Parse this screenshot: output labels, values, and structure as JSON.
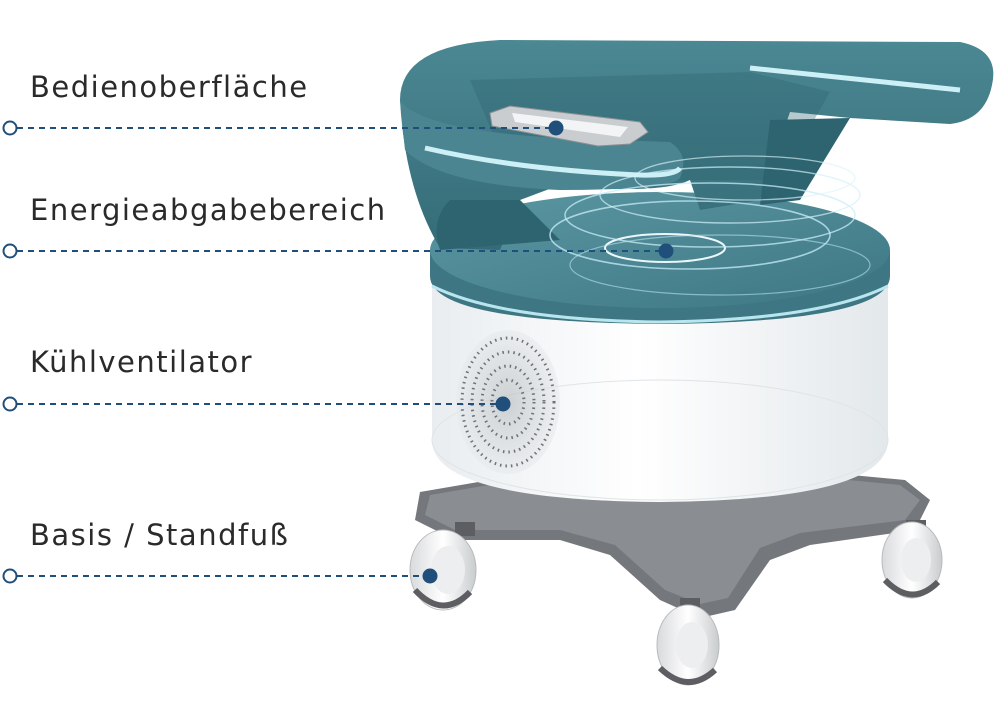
{
  "callouts": [
    {
      "id": "control-panel",
      "label": "Bedienoberfläche"
    },
    {
      "id": "energy-zone",
      "label": "Energieabgabebereich"
    },
    {
      "id": "cooling-fan",
      "label": "Kühlventilator"
    },
    {
      "id": "base",
      "label": "Basis / Standfuß"
    }
  ],
  "colors": {
    "accent": "#1f4f7a",
    "chair_teal": "#3f7a86",
    "trim_light": "#d8f2f6",
    "body_white": "#f4f6f8",
    "base_gray": "#6c6e72"
  }
}
